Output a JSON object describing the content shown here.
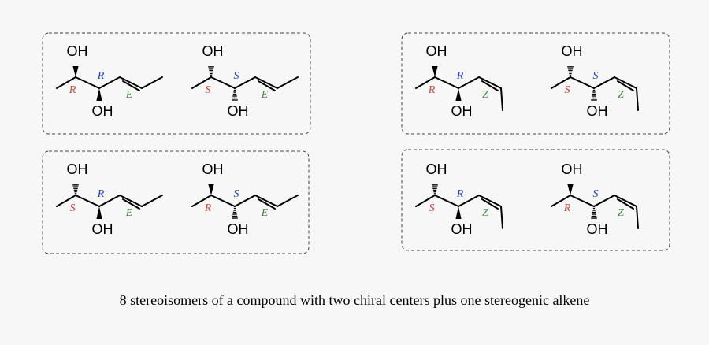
{
  "caption": "8 stereoisomers of a compound with two chiral centers plus one stereogenic alkene",
  "atom_label": "OH",
  "colors": {
    "R": "#e8392a",
    "S": "#e8392a",
    "R2": "#1f3fd6",
    "S2": "#1f3fd6",
    "E": "#2d9a2d",
    "Z": "#2d9a2d",
    "bond": "#000000",
    "box": "#444444"
  },
  "groups": [
    {
      "molecules": [
        {
          "c1": "R",
          "c2": "R",
          "alkene": "E"
        },
        {
          "c1": "S",
          "c2": "S",
          "alkene": "E"
        }
      ]
    },
    {
      "molecules": [
        {
          "c1": "S",
          "c2": "R",
          "alkene": "E"
        },
        {
          "c1": "R",
          "c2": "S",
          "alkene": "E"
        }
      ]
    },
    {
      "molecules": [
        {
          "c1": "R",
          "c2": "R",
          "alkene": "Z"
        },
        {
          "c1": "S",
          "c2": "S",
          "alkene": "Z"
        }
      ]
    },
    {
      "molecules": [
        {
          "c1": "S",
          "c2": "R",
          "alkene": "Z"
        },
        {
          "c1": "R",
          "c2": "S",
          "alkene": "Z"
        }
      ]
    }
  ]
}
